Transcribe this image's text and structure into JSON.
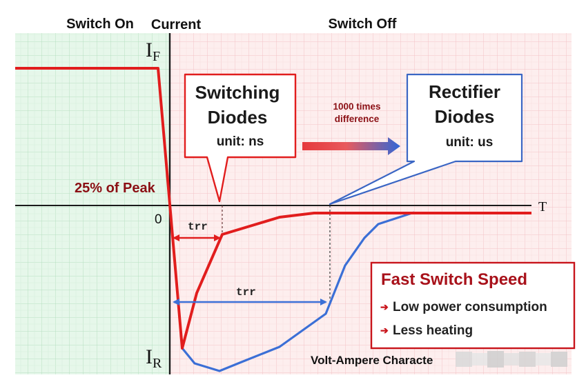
{
  "headers": {
    "switch_on": "Switch On",
    "current": "Current",
    "switch_off": "Switch Off"
  },
  "axes": {
    "y_top_label_main": "I",
    "y_top_label_sub": "F",
    "y_bottom_label_main": "I",
    "y_bottom_label_sub": "R",
    "x_label": "T",
    "origin_label": "0"
  },
  "peak_label": "25% of Peak",
  "switching_box": {
    "title_line1": "Switching",
    "title_line2": "Diodes",
    "unit": "unit: ns"
  },
  "rectifier_box": {
    "title_line1": "Rectifier",
    "title_line2": "Diodes",
    "unit": "unit: us"
  },
  "difference": {
    "line1": "1000 times",
    "line2": "difference"
  },
  "trr_short": "trr",
  "trr_long": "trr",
  "fast_box": {
    "title": "Fast Switch Speed",
    "items": [
      "Low power consumption",
      "Less heating"
    ]
  },
  "caption": "Volt-Ampere Characte",
  "colors": {
    "red": "#e11d1d",
    "dark_red": "#8b0f14",
    "blue": "#3b6fd6",
    "box_blue": "#3a66c4",
    "green_bg": "#e6f7ea",
    "pink_bg": "#fdeeee"
  }
}
